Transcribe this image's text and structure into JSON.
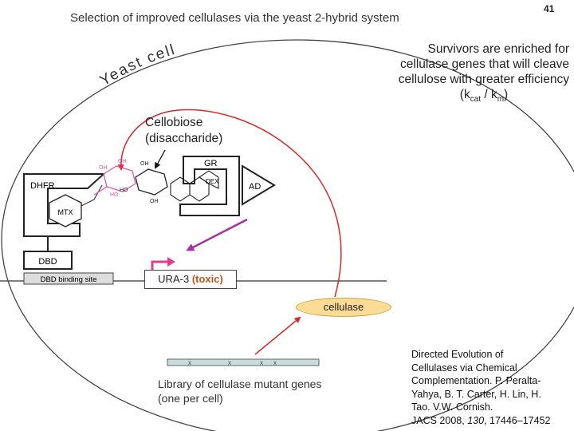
{
  "title": "Selection of improved cellulases via the yeast 2-hybrid system",
  "page_number": "41",
  "yeast_cell_label": "Yeast cell",
  "survivors": {
    "line1": "Survivors are enriched for",
    "line2": "cellulase genes that will cleave",
    "line3": "cellulose with greater efficiency",
    "k": "k",
    "kcat_sub": "cat",
    "km_sub": "m"
  },
  "cellobiose": {
    "line1": "Cellobiose",
    "line2": "(disaccharide)"
  },
  "protein_labels": {
    "dhfr": "DHFR",
    "mtx": "MTX",
    "gr": "GR",
    "dex": "DEX",
    "ad": "AD",
    "dbd": "DBD",
    "dbd_site": "DBD binding site"
  },
  "ura3": {
    "gene": "URA-3",
    "toxic": "(toxic)"
  },
  "cellulase": "cellulase",
  "library": {
    "line1": "Library of cellulase mutant genes",
    "line2": "(one per cell)"
  },
  "citation": {
    "lines": [
      "Directed Evolution of",
      "Cellulases via Chemical",
      "Complementation. P. Peralta-",
      "Yahya, B. T. Carter, H. Lin, H.",
      "Tao. V.W. Cornish."
    ],
    "journal": "JACS 2008, ",
    "volume": "130",
    "pages": ", 17446–17452"
  },
  "colors": {
    "red_arrow": "#d52b2b",
    "purple_arrow": "#a52ea5",
    "pink_molecule": "#e05aa8",
    "cellulase_fill": "#fcdc95",
    "toxic": "#c2571a"
  }
}
